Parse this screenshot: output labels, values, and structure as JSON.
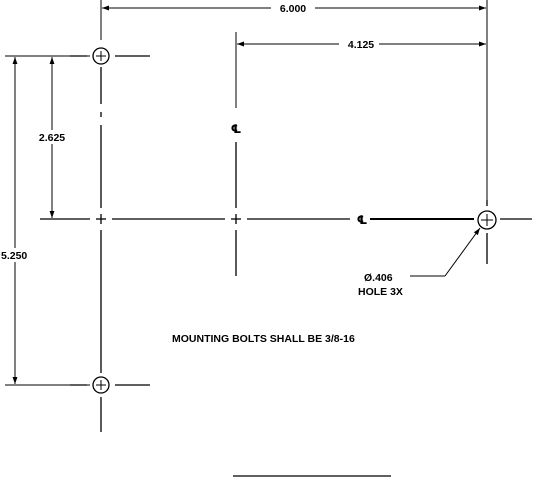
{
  "dimensions": {
    "overall_width": "6.000",
    "hole_offset_x": "4.125",
    "half_height": "2.625",
    "overall_height": "5.250"
  },
  "hole_callout": {
    "diameter": "Ø.406",
    "count": "HOLE 3X"
  },
  "centerline_symbol": "℄",
  "note": "MOUNTING BOLTS SHALL BE 3/8-16"
}
